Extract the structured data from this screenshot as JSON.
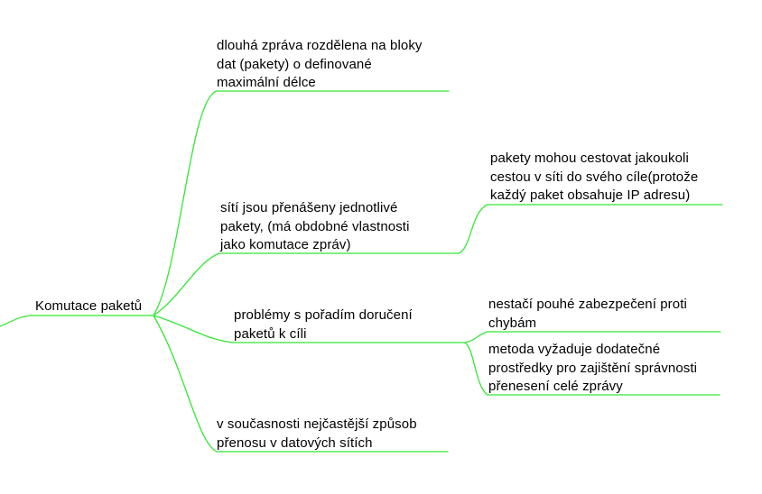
{
  "colors": {
    "line": "#33e833",
    "text": "#000000",
    "background": "#ffffff"
  },
  "mindmap": {
    "root": {
      "label": "Komutace paketů"
    },
    "branches": [
      {
        "lines": [
          "dlouhá zpráva rozdělena na bloky",
          "dat (pakety) o definované",
          "maximální délce"
        ]
      },
      {
        "lines": [
          "sítí jsou přenášeny jednotlivé",
          "pakety, (má obdobné vlastnosti",
          "jako komutace zpráv)"
        ],
        "children": [
          {
            "lines": [
              "pakety mohou cestovat jakoukoli",
              "cestou v síti do svého cíle(protože",
              "každý paket obsahuje IP adresu)"
            ]
          }
        ]
      },
      {
        "lines": [
          "problémy s pořadím doručení",
          "paketů k cíli"
        ],
        "children": [
          {
            "lines": [
              "nestačí pouhé zabezpečení proti",
              "chybám"
            ]
          },
          {
            "lines": [
              "metoda vyžaduje dodatečné",
              "prostředky pro zajištění správnosti",
              "přenesení celé zprávy"
            ]
          }
        ]
      },
      {
        "lines": [
          "v současnosti nejčastější způsob",
          "přenosu v datových sítích"
        ]
      }
    ]
  }
}
